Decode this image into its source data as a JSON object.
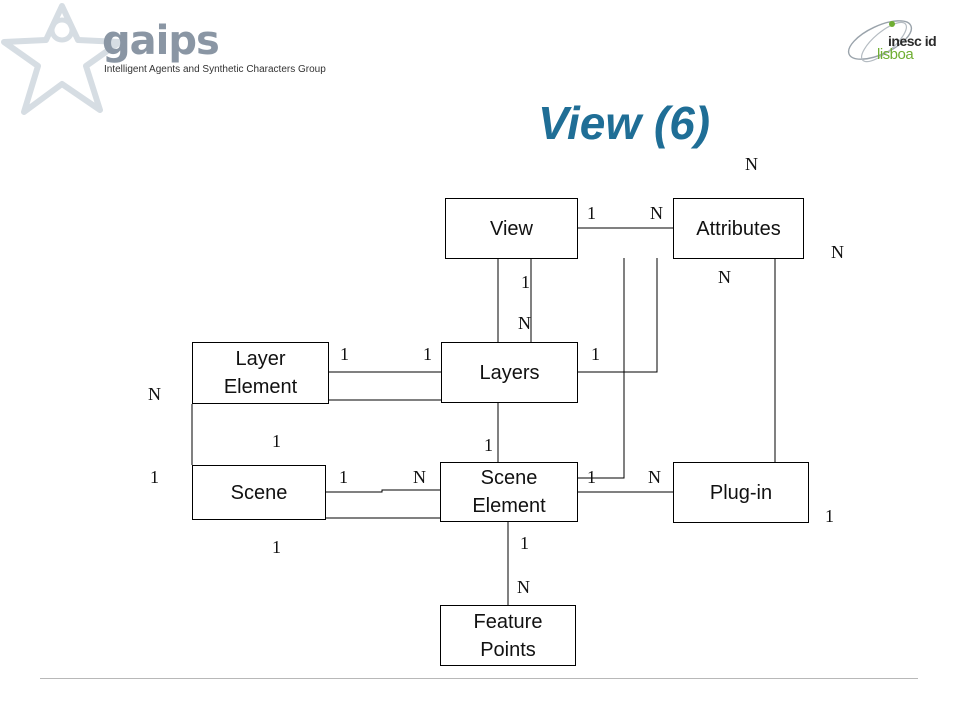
{
  "header": {
    "logo_word": "gaips",
    "logo_subtitle": "Intelligent Agents and Synthetic Characters Group",
    "partner_word": "inesc id",
    "partner_city": "lisboa",
    "logo_color": "#8a96a4",
    "partner_accent": "#6fae32"
  },
  "title": "View (6)",
  "title_color": "#1f6e96",
  "entities": {
    "view": "View",
    "attributes": "Attributes",
    "layer_element": "Layer\nElement",
    "layers": "Layers",
    "scene": "Scene",
    "scene_element": "Scene\nElement",
    "plugin": "Plug-in",
    "feature_points": "Feature\nPoints"
  },
  "cardinalities": [
    "N",
    "1",
    "N",
    "N",
    "1",
    "N",
    "N",
    "1",
    "1",
    "1",
    "1",
    "1",
    "1",
    "1",
    "1",
    "N",
    "1",
    "N",
    "1",
    "1",
    "1",
    "N"
  ]
}
